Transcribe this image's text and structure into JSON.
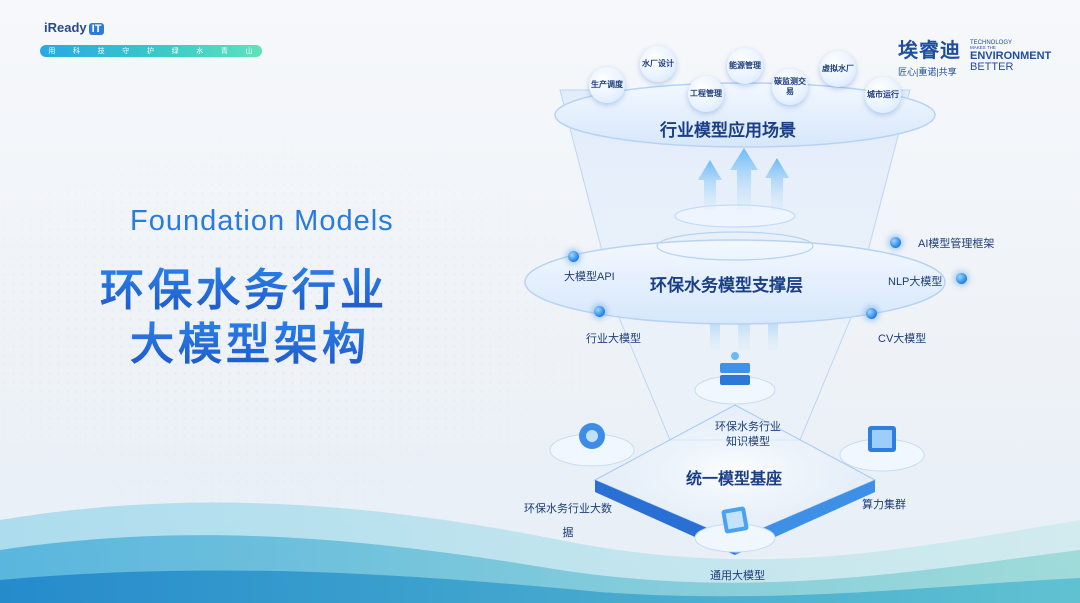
{
  "brand": {
    "name": "iReady",
    "badge": "IT",
    "slogan": [
      "用",
      "科",
      "技",
      "守",
      "护",
      "绿",
      "水",
      "青",
      "山"
    ]
  },
  "company": {
    "name_cn": "埃睿迪",
    "tagline": "匠心|重诺|共享",
    "en_line1": "TECHNOLOGY",
    "en_line2": "MAKES THE",
    "en_line3": "ENVIRONMENT",
    "en_line4": "BETTER"
  },
  "title": {
    "en": "Foundation Models",
    "cn_line1": "环保水务行业",
    "cn_line2": "大模型架构"
  },
  "diagram": {
    "top_layer": {
      "title": "行业模型应用场景",
      "scenarios": [
        "生产调度",
        "水厂设计",
        "工程管理",
        "能源管理",
        "碳监测交易",
        "虚拟水厂",
        "城市运行"
      ]
    },
    "middle_layer": {
      "title": "环保水务模型支撑层",
      "items": [
        "大模型API",
        "行业大模型",
        "AI模型管理框架",
        "NLP大模型",
        "CV大模型"
      ]
    },
    "base_layer": {
      "title": "统一模型基座",
      "items": [
        "环保水务行业知识模型",
        "环保水务行业大数据",
        "算力集群",
        "通用大模型"
      ]
    }
  },
  "colors": {
    "accent": "#2a7be0",
    "dark_blue": "#1b3f86",
    "teal": "#37c6c9"
  }
}
